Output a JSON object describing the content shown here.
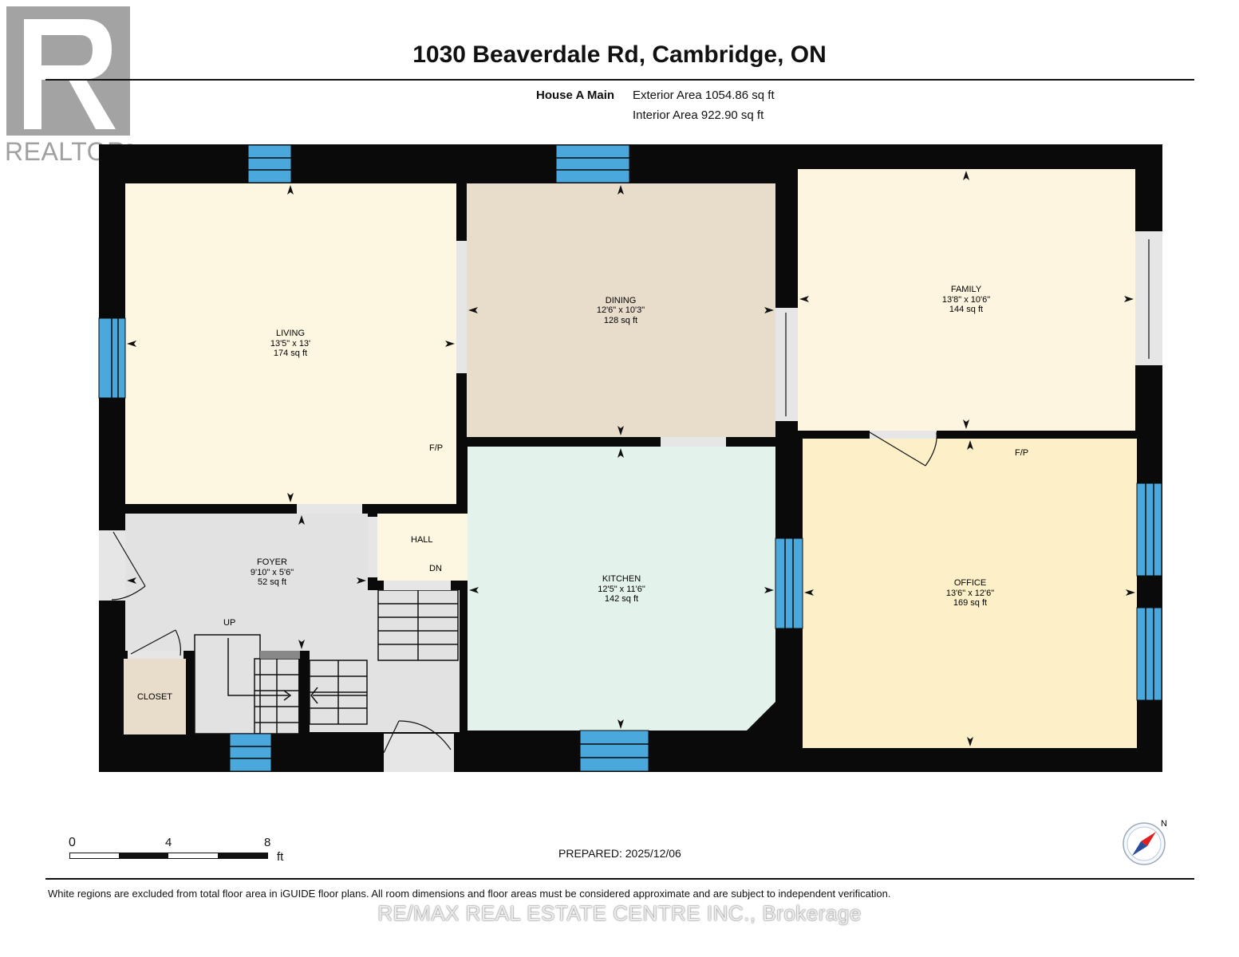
{
  "title": "1030 Beaverdale Rd, Cambridge, ON",
  "logo": {
    "text": "REALTOR",
    "reg": "®"
  },
  "area": {
    "building": "House A Main",
    "exterior": "Exterior Area 1054.86 sq ft",
    "interior": "Interior Area 922.90 sq ft"
  },
  "rooms": {
    "living": {
      "name": "LIVING",
      "dim": "13'5\" x 13'",
      "area": "174 sq ft"
    },
    "dining": {
      "name": "DINING",
      "dim": "12'6\" x 10'3\"",
      "area": "128 sq ft"
    },
    "family": {
      "name": "FAMILY",
      "dim": "13'8\" x 10'6\"",
      "area": "144 sq ft"
    },
    "foyer": {
      "name": "FOYER",
      "dim": "9'10\" x 5'6\"",
      "area": "52 sq ft"
    },
    "kitchen": {
      "name": "KITCHEN",
      "dim": "12'5\" x 11'6\"",
      "area": "142 sq ft"
    },
    "office": {
      "name": "OFFICE",
      "dim": "13'6\" x 12'6\"",
      "area": "169 sq ft"
    },
    "closet": {
      "name": "CLOSET"
    },
    "hall": {
      "name": "HALL"
    }
  },
  "labels": {
    "fp1": "F/P",
    "fp2": "F/P",
    "up": "UP",
    "dn": "DN"
  },
  "scale": {
    "t0": "0",
    "t4": "4",
    "t8": "8",
    "unit": "ft"
  },
  "compass": {
    "n": "N"
  },
  "prepared": "PREPARED: 2025/12/06",
  "disclaimer": "White regions are excluded from total floor area in iGUIDE floor plans. All room dimensions and floor areas must be considered approximate and are subject to independent verification.",
  "broker": "RE/MAX REAL ESTATE CENTRE INC., Brokerage",
  "colors": {
    "wall": "#0a0a0a",
    "window": "#4aa8dc",
    "living": "#fdf6e0",
    "dining": "#e8dccb",
    "family": "#fdf5df",
    "kitchen": "#e3f2ea",
    "office": "#fdf0c8",
    "foyer": "#e2e2e2",
    "hall": "#fdf6e0",
    "closet": "#e8dccb"
  }
}
